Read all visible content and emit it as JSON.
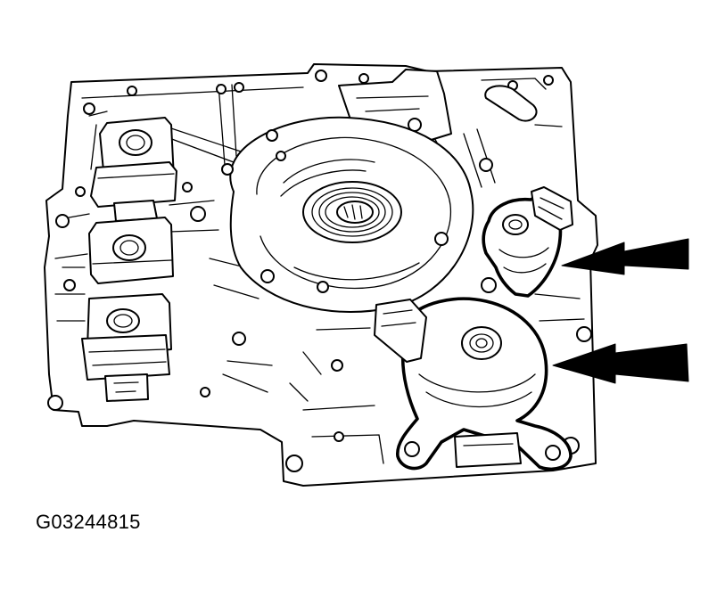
{
  "figure": {
    "id_label": "G03244815",
    "line_color": "#000000",
    "background_color": "#ffffff",
    "subject": "valve-body-with-shift-solenoids",
    "callouts": [
      {
        "name": "upper-solenoid-arrow",
        "points_to": "upper-solenoid"
      },
      {
        "name": "lower-solenoid-arrow",
        "points_to": "lower-solenoid"
      }
    ]
  }
}
